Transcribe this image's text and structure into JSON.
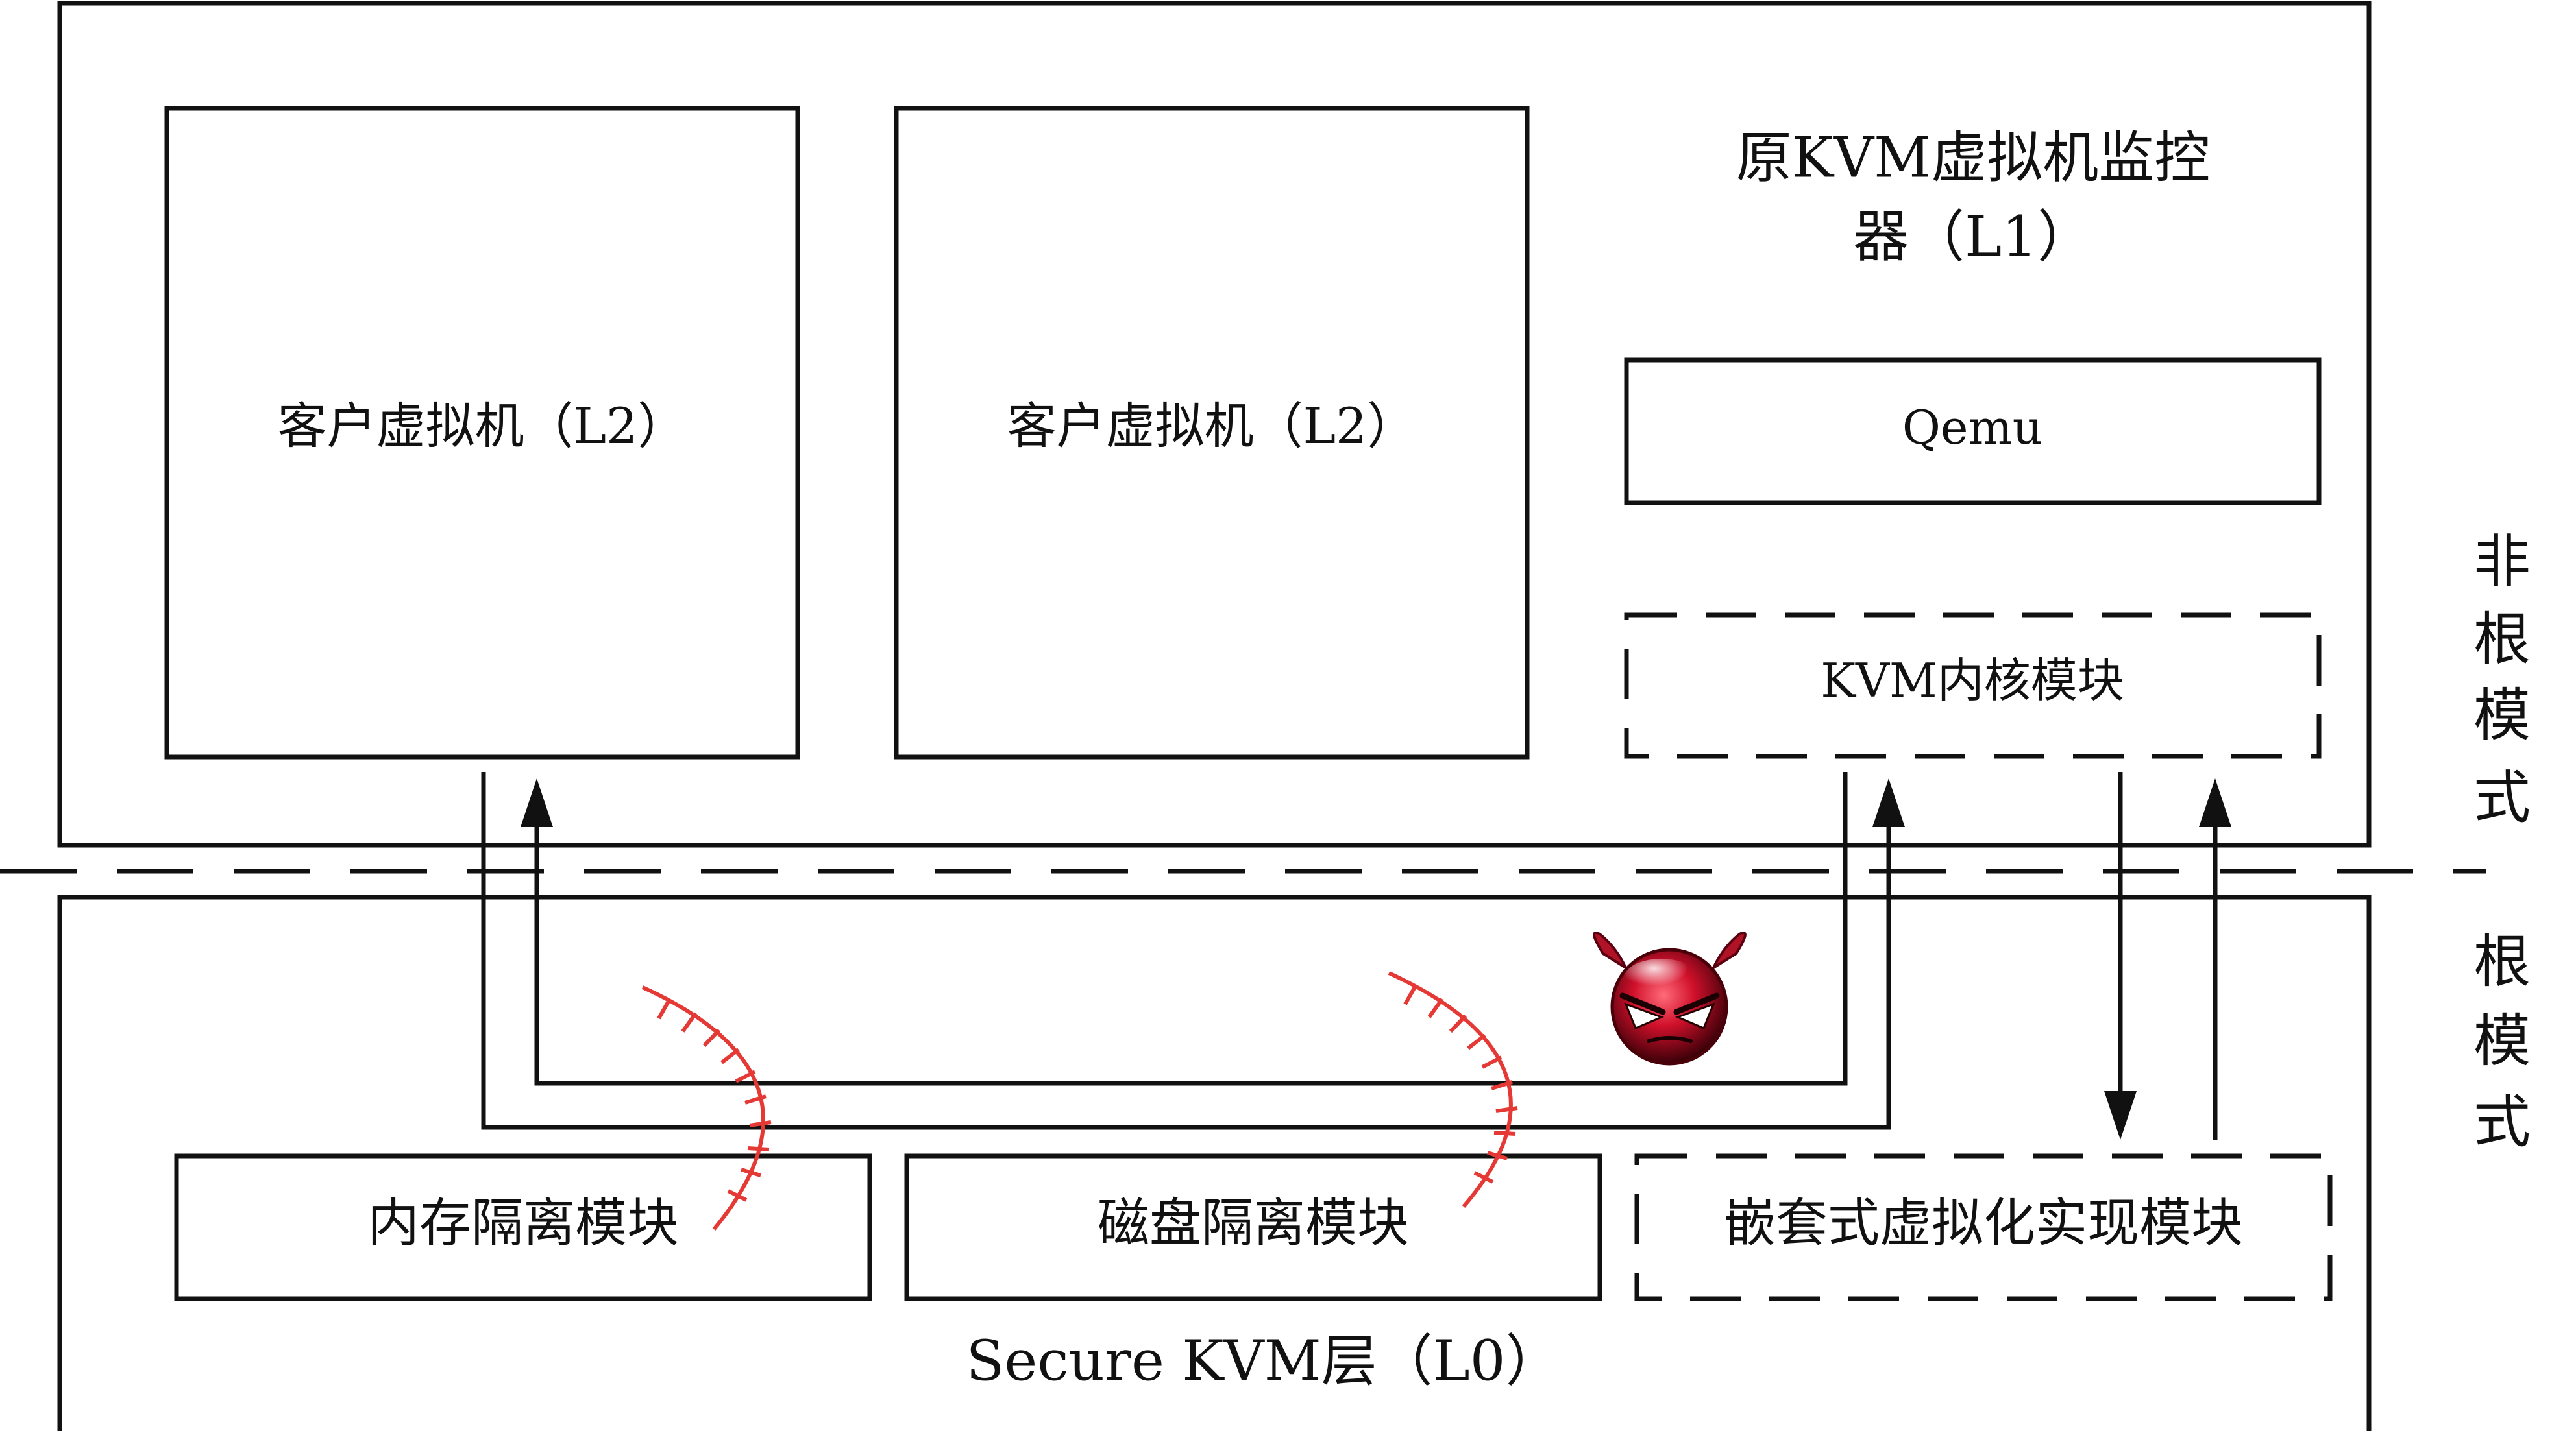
{
  "l1": {
    "title_line1": "原KVM虚拟机监控",
    "title_line2": "器（L1）"
  },
  "guest_vm_1": {
    "label": "客户虚拟机（L2）"
  },
  "guest_vm_2": {
    "label": "客户虚拟机（L2）"
  },
  "qemu": {
    "label": "Qemu"
  },
  "kvm_kernel_module": {
    "label": "KVM内核模块"
  },
  "l0": {
    "label": "Secure KVM层（L0）"
  },
  "memory_isolation": {
    "label": "内存隔离模块"
  },
  "disk_isolation": {
    "label": "磁盘隔离模块"
  },
  "nested_virt": {
    "label": "嵌套式虚拟化实现模块"
  },
  "side_labels": {
    "non_root": [
      "非",
      "根",
      "模",
      "式"
    ],
    "root": [
      "根",
      "模",
      "式"
    ]
  },
  "colors": {
    "line": "#111111",
    "barrier": "#e53935",
    "devil": "#c0142a"
  },
  "icons": {
    "attacker": "devil-face-icon"
  }
}
